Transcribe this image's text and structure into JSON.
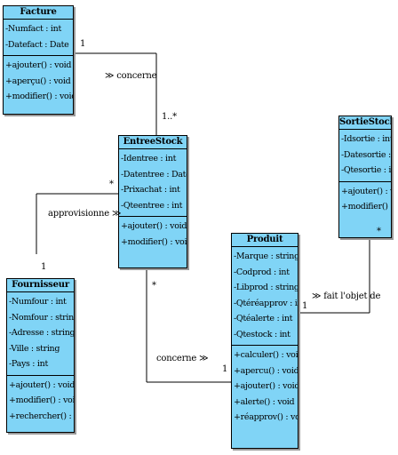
{
  "classes": {
    "facture": {
      "name": "Facture",
      "attributes": [
        "-Numfact : int",
        "-Datefact : Date"
      ],
      "operations": [
        "+ajouter() : void",
        "+aperçu() : void",
        "+modifier() : void"
      ]
    },
    "entree_stock": {
      "name": "EntreeStock",
      "attributes": [
        "-Identree : int",
        "-Datentree : Date",
        "-Prixachat : int",
        "-Qteentree : int"
      ],
      "operations": [
        "+ajouter() : void",
        "+modifier() : void"
      ]
    },
    "sortie_stock": {
      "name": "SortieStock",
      "attributes": [
        "-Idsortie : int",
        "-Datesortie : Date",
        "-Qtesortie : int"
      ],
      "operations": [
        "+ajouter() : void",
        "+modifier() : void"
      ]
    },
    "fournisseur": {
      "name": "Fournisseur",
      "attributes": [
        "-Numfour : int",
        "-Nomfour : string",
        "-Adresse : string",
        "-Ville : string",
        "-Pays : int"
      ],
      "operations": [
        "+ajouter() : void",
        "+modifier() : void",
        "+rechercher() : void"
      ]
    },
    "produit": {
      "name": "Produit",
      "attributes": [
        "-Marque : string",
        "-Codprod : int",
        "-Libprod : string",
        "-Qtéréapprov : int",
        "-Qtéalerte : int",
        "-Qtestock : int"
      ],
      "operations": [
        "+calculer() : void",
        "+apercu() : void",
        "+ajouter() : void",
        "+alerte() : void",
        "+réapprov() : void"
      ]
    }
  },
  "associations": {
    "facture_entree": {
      "label": "≫ concerne",
      "mult_facture": "1",
      "mult_entree": "1..*"
    },
    "fournisseur_entree": {
      "label": "approvisionne ≫",
      "mult_entree": "*",
      "mult_fournisseur": "1"
    },
    "entree_produit": {
      "label": "concerne ≫",
      "mult_entree": "*",
      "mult_produit": "1"
    },
    "produit_sortie": {
      "label": "≫ fait l'objet de",
      "mult_produit": "1",
      "mult_sortie": "*"
    }
  }
}
